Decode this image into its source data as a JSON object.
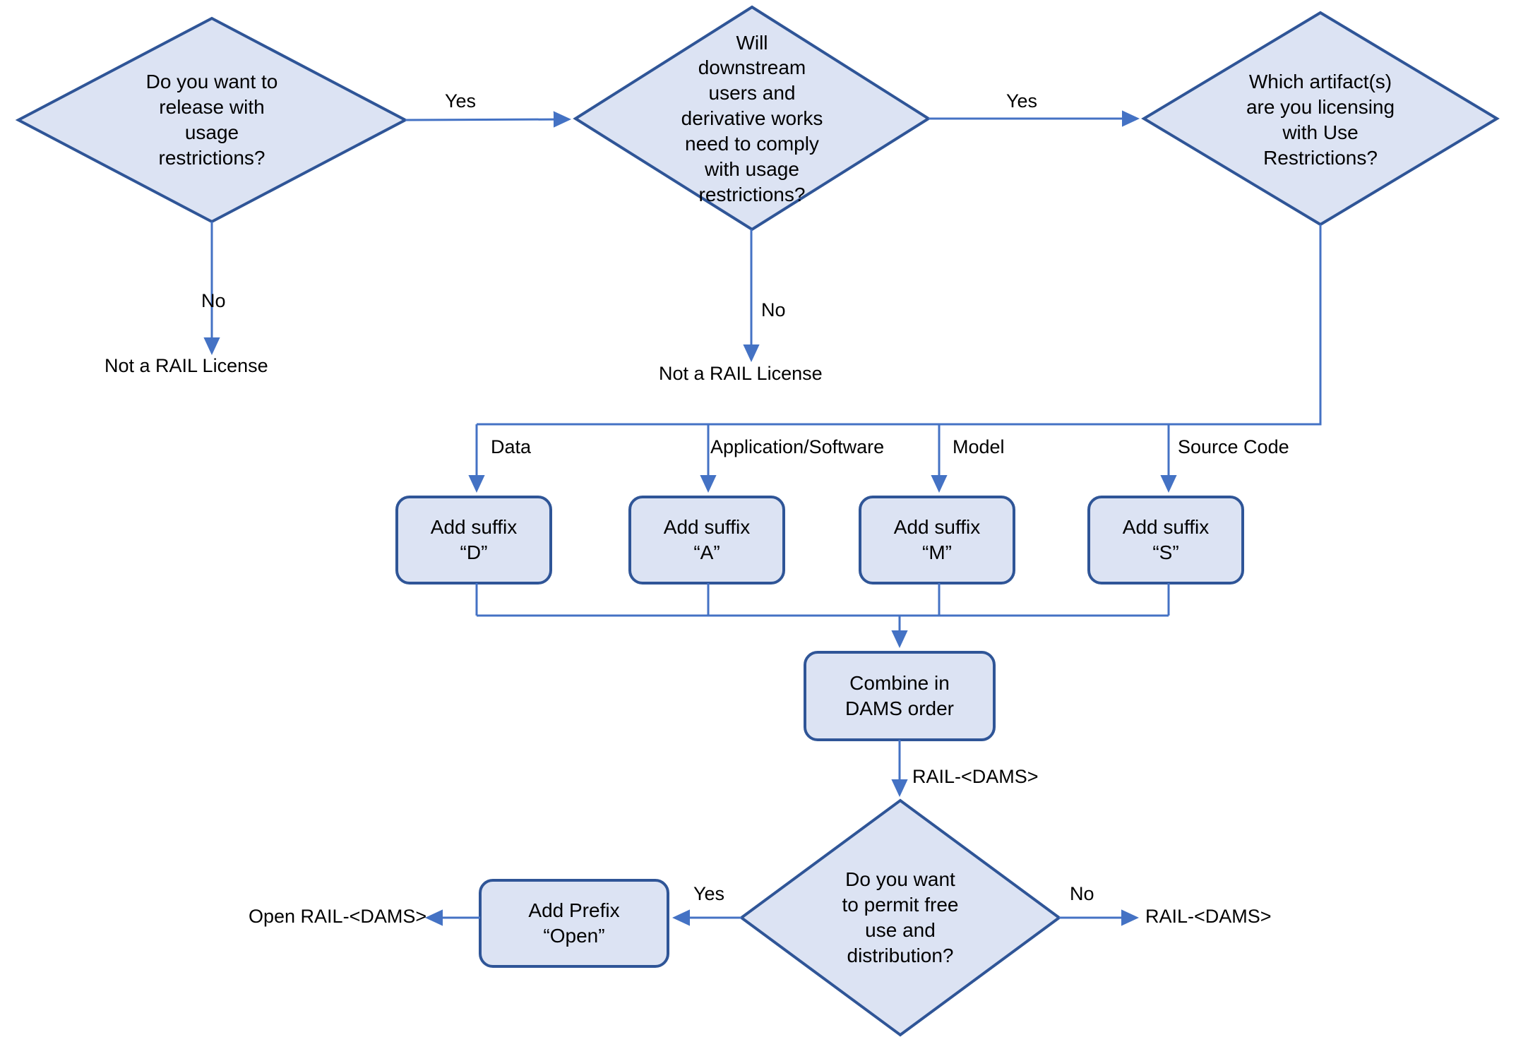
{
  "diagram": {
    "title": "RAIL License Naming Decision Flowchart",
    "colors": {
      "shape_fill": "#DCE3F3",
      "shape_stroke": "#2F5597",
      "connector": "#4472C4",
      "text": "#000000",
      "background": "#FFFFFF"
    },
    "nodes": {
      "q_usage_restrictions": {
        "label": "Do you want to\nrelease with\nusage\nrestrictions?",
        "shape": "diamond"
      },
      "q_downstream_comply": {
        "label": "Will\ndownstream\nusers and\nderivative works\nneed to comply\nwith usage\nrestrictions?",
        "shape": "diamond"
      },
      "q_which_artifacts": {
        "label": "Which artifact(s)\nare you licensing\nwith Use\nRestrictions?",
        "shape": "diamond"
      },
      "suffix_d": {
        "label": "Add suffix\n“D”",
        "shape": "rounded-rect"
      },
      "suffix_a": {
        "label": "Add suffix\n“A”",
        "shape": "rounded-rect"
      },
      "suffix_m": {
        "label": "Add suffix\n“M”",
        "shape": "rounded-rect"
      },
      "suffix_s": {
        "label": "Add suffix\n“S”",
        "shape": "rounded-rect"
      },
      "combine": {
        "label": "Combine in\nDAMS order",
        "shape": "rounded-rect"
      },
      "q_free_use": {
        "label": "Do you want\nto permit free\nuse and\ndistribution?",
        "shape": "diamond"
      },
      "add_prefix_open": {
        "label": "Add Prefix\n“Open”",
        "shape": "rounded-rect"
      }
    },
    "terminals": {
      "not_rail_1": "Not a RAIL License",
      "not_rail_2": "Not a RAIL License",
      "open_rail_dams": "Open RAIL-<DAMS>",
      "rail_dams_out": "RAIL-<DAMS>"
    },
    "edge_labels": {
      "yes_1": "Yes",
      "yes_2": "Yes",
      "no_1": "No",
      "no_2": "No",
      "artifact_data": "Data",
      "artifact_application": "Application/Software",
      "artifact_model": "Model",
      "artifact_source_code": "Source Code",
      "rail_dams_mid": "RAIL-<DAMS>",
      "yes_3": "Yes",
      "no_3": "No"
    }
  }
}
